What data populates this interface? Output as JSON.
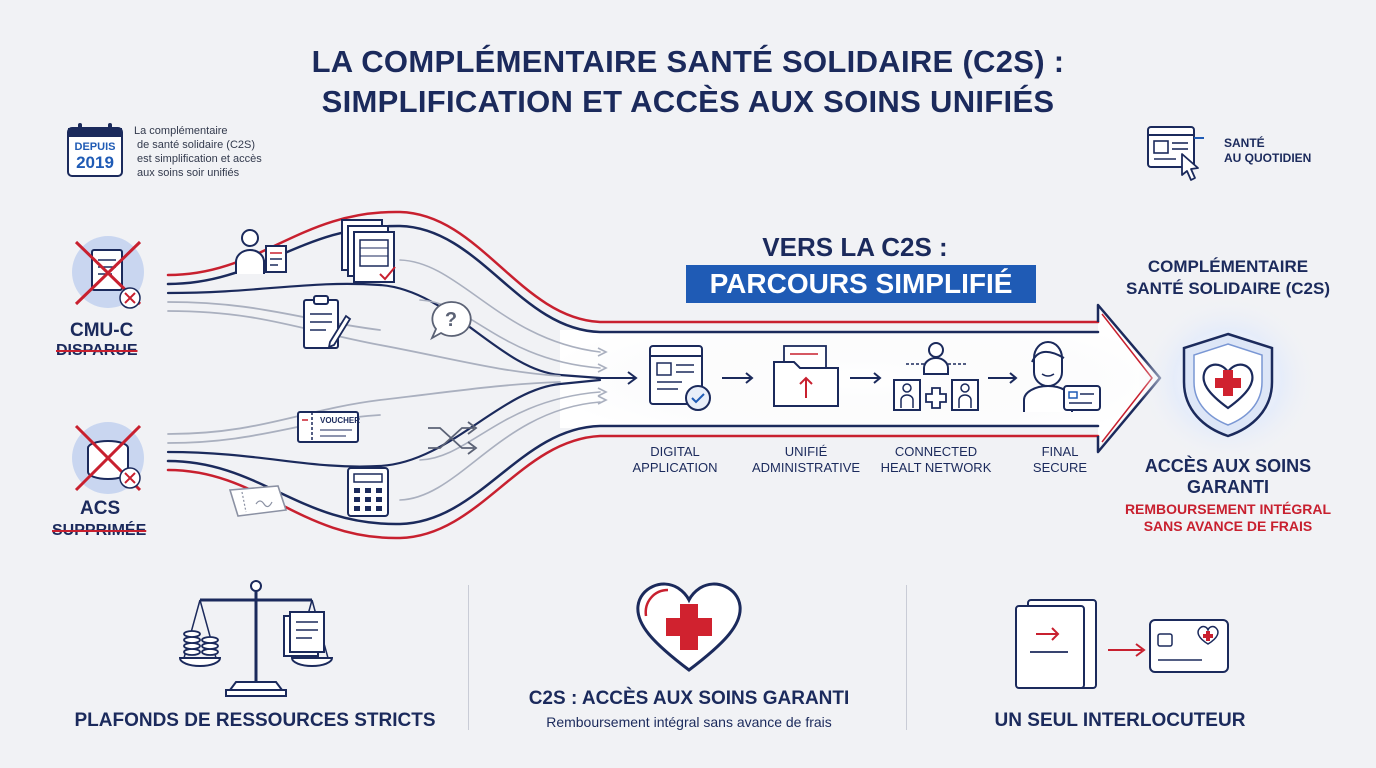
{
  "title": {
    "line1": "LA COMPLÉMENTAIRE SANTÉ SOLIDAIRE (C2S) :",
    "line2": "SIMPLIFICATION ET ACCÈS AUX SOINS UNIFIÉS"
  },
  "since_badge": {
    "label": "DEPUIS",
    "year": "2019"
  },
  "intro_note": [
    "La complémentaire",
    "de santé solidaire (C2S)",
    "est simplification et accès",
    "aux soins soir unifiés"
  ],
  "top_right": {
    "line1": "SANTÉ",
    "line2": "AU QUOTIDIEN"
  },
  "left_items": {
    "cmu": {
      "name": "CMU-C",
      "status": "DISPARUE"
    },
    "acs": {
      "name": "ACS",
      "status": "SUPPRIMÉE"
    }
  },
  "voucher_label": "VOUCHER",
  "center_heading": {
    "line1": "VERS LA C2S :",
    "line2": "PARCOURS SIMPLIFIÉ"
  },
  "stages": [
    {
      "line1": "DIGITAL",
      "line2": "APPLICATION"
    },
    {
      "line1": "UNIFIÉ",
      "line2": "ADMINISTRATIVE"
    },
    {
      "line1": "CONNECTED",
      "line2": "HEALT NETWORK"
    },
    {
      "line1": "FINAL",
      "line2": "SECURE"
    }
  ],
  "right_panel": {
    "title_line1": "COMPLÉMENTAIRE",
    "title_line2": "SANTÉ SOLIDAIRE (C2S)",
    "access_line1": "ACCÈS AUX SOINS",
    "access_line2": "GARANTI",
    "refund_line1": "REMBOURSEMENT INTÉGRAL",
    "refund_line2": "SANS AVANCE DE FRAIS"
  },
  "bottom": {
    "left_label": "PLAFONDS DE RESSOURCES STRICTS",
    "center_label": "C2S : ACCÈS AUX SOINS GARANTI",
    "center_sub": "Remboursement intégral sans avance de frais",
    "right_label": "UN SEUL INTERLOCUTEUR"
  },
  "colors": {
    "navy": "#1b2a5c",
    "red": "#c8202f",
    "blue": "#1f5bb5",
    "light_blue": "#c9d6f0"
  }
}
